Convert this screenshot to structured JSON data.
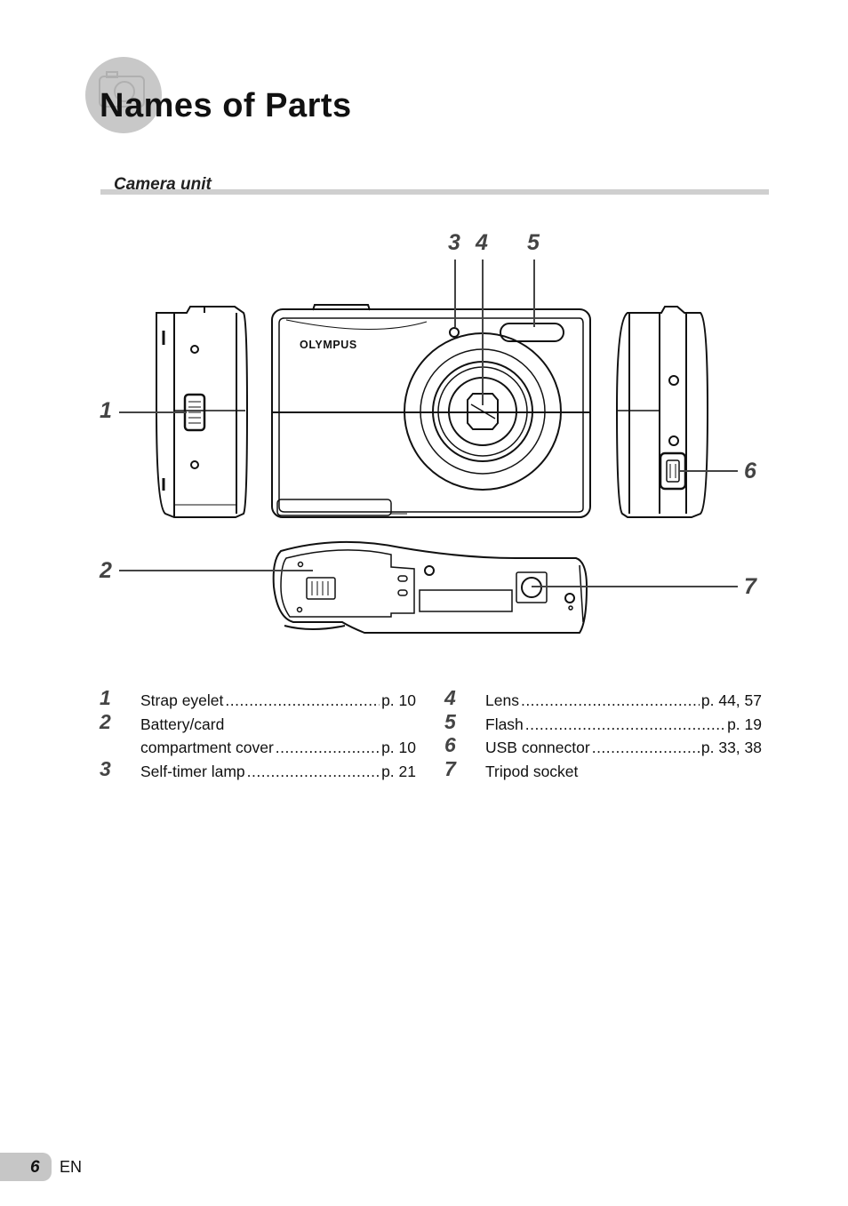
{
  "page": {
    "title": "Names of Parts",
    "section": "Camera unit",
    "page_number": "6",
    "language": "EN"
  },
  "diagram": {
    "callouts": [
      "1",
      "2",
      "3",
      "4",
      "5",
      "6",
      "7"
    ],
    "brand": "OLYMPUS"
  },
  "legend": {
    "left": [
      {
        "num": "1",
        "label": "Strap eyelet",
        "page": "p. 10"
      },
      {
        "num": "2",
        "label": "Battery/card",
        "page": ""
      },
      {
        "num": "",
        "label": "compartment cover",
        "page": "p. 10"
      },
      {
        "num": "3",
        "label": "Self-timer lamp",
        "page": "p. 21"
      }
    ],
    "right": [
      {
        "num": "4",
        "label": "Lens",
        "page": "p. 44, 57"
      },
      {
        "num": "5",
        "label": "Flash",
        "page": "p. 19"
      },
      {
        "num": "6",
        "label": "USB connector",
        "page": "p. 33, 38"
      },
      {
        "num": "7",
        "label": "Tripod socket",
        "page": ""
      }
    ]
  }
}
